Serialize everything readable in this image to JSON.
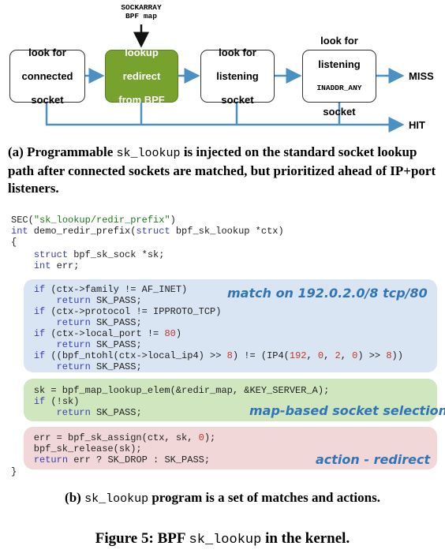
{
  "diagram": {
    "top_label_line1": "SOCKARRAY",
    "top_label_line2": "BPF map",
    "boxes": [
      {
        "line1": "look for",
        "line2": "connected",
        "line3": "socket"
      },
      {
        "line1": "lookup",
        "line2": "redirect",
        "line3": "from BPF"
      },
      {
        "line1": "look for",
        "line2": "listening",
        "line3": "socket"
      },
      {
        "line1": "look for",
        "line2": "listening",
        "line3_mono": "INADDR_ANY",
        "line4": "socket"
      }
    ],
    "miss_label": "MISS",
    "hit_label": "HIT",
    "colors": {
      "green_box": "#78a22e",
      "arrow": "#4a90c2"
    }
  },
  "caption_a": {
    "prefix": "(a) Programmable ",
    "code": "sk_lookup",
    "suffix": " is injected on the standard socket lookup path after connected sockets are matched, but prioritized ahead of IP+port listeners."
  },
  "code": {
    "header": [
      "SEC(\"sk_lookup/redir_prefix\")",
      "int demo_redir_prefix(struct bpf_sk_lookup *ctx)",
      "{",
      "    struct bpf_sk_sock *sk;",
      "    int err;"
    ],
    "match_block": [
      "    if (ctx->family != AF_INET)",
      "        return SK_PASS;",
      "    if (ctx->protocol != IPPROTO_TCP)",
      "        return SK_PASS;",
      "    if (ctx->local_port != 80)",
      "        return SK_PASS;",
      "    if ((bpf_ntohl(ctx->local_ip4) >> 8) != (IP4(192, 0, 2, 0) >> 8))",
      "        return SK_PASS;"
    ],
    "select_block": [
      "    sk = bpf_map_lookup_elem(&redir_map, &KEY_SERVER_A);",
      "    if (!sk)",
      "        return SK_PASS;"
    ],
    "action_block": [
      "    err = bpf_sk_assign(ctx, sk, 0);",
      "    bpf_sk_release(sk);",
      "    return err ? SK_DROP : SK_PASS;"
    ],
    "closing": "}",
    "notes": {
      "match": "match on 192.0.2.0/8 tcp/80",
      "select": "map-based socket selection",
      "action": "action - redirect"
    },
    "colors": {
      "match_bg": "#d9e5f2",
      "select_bg": "#cfe6bf",
      "action_bg": "#f1d7d7",
      "note": "#3275b7"
    }
  },
  "caption_b": {
    "prefix": "(b) ",
    "code": "sk_lookup",
    "suffix": " program is a set of matches and actions."
  },
  "figure_caption": {
    "prefix": "Figure 5: BPF ",
    "code": "sk_lookup",
    "suffix": " in the kernel."
  }
}
